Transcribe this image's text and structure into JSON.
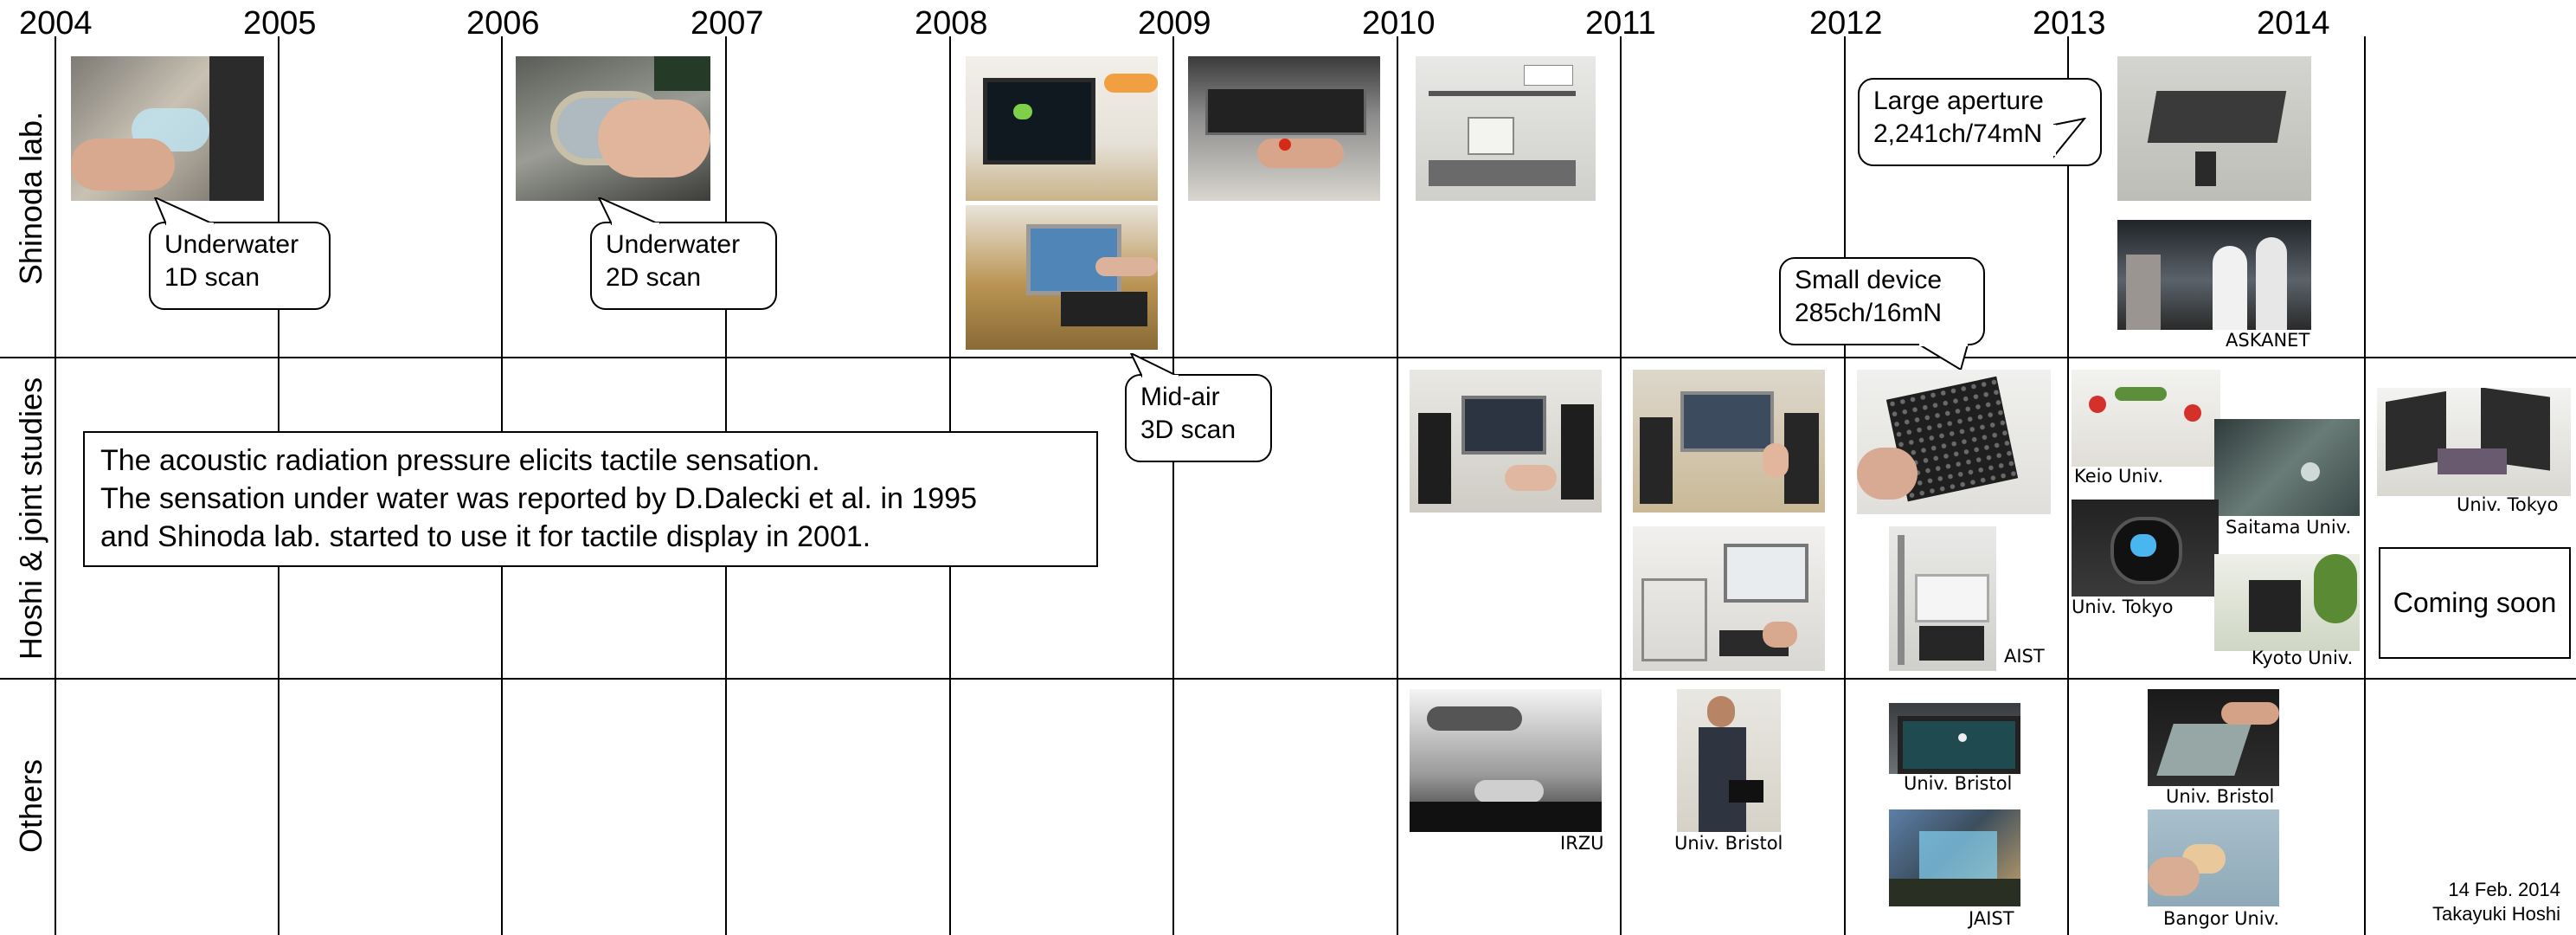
{
  "timeline": {
    "years": [
      "2004",
      "2005",
      "2006",
      "2007",
      "2008",
      "2009",
      "2010",
      "2011",
      "2012",
      "2013",
      "2014"
    ]
  },
  "rows": {
    "shinoda": "Shinoda lab.",
    "hoshi": "Hoshi & joint studies",
    "others": "Others"
  },
  "callouts": {
    "underwater_1d": [
      "Underwater",
      "1D scan"
    ],
    "underwater_2d": [
      "Underwater",
      "2D scan"
    ],
    "midair_3d": [
      "Mid-air",
      "3D scan"
    ],
    "small_device": [
      "Small device",
      "285ch/16mN"
    ],
    "large_aperture": [
      "Large aperture",
      "2,241ch/74mN"
    ]
  },
  "note_lines": [
    "The acoustic radiation pressure elicits tactile sensation.",
    "The sensation under water was reported by D.Dalecki et al. in 1995",
    "and  Shinoda lab. started to use it for tactile display in 2001."
  ],
  "coming_soon": "Coming soon",
  "captions": {
    "askanet": "ASKANET",
    "keio": "Keio Univ.",
    "saitama": "Saitama Univ.",
    "tokyo_2013": "Univ. Tokyo",
    "kyoto": "Kyoto Univ.",
    "tokyo_2014": "Univ. Tokyo",
    "aist": "AIST",
    "irzu": "IRZU",
    "bristol_2011": "Univ. Bristol",
    "bristol_2012": "Univ. Bristol",
    "jaist": "JAIST",
    "bristol_2013": "Univ. Bristol",
    "bangor": "Bangor Univ."
  },
  "footer": {
    "date": "14 Feb. 2014",
    "author": "Takayuki Hoshi"
  },
  "colors": {
    "line": "#000000",
    "background": "#ffffff"
  }
}
